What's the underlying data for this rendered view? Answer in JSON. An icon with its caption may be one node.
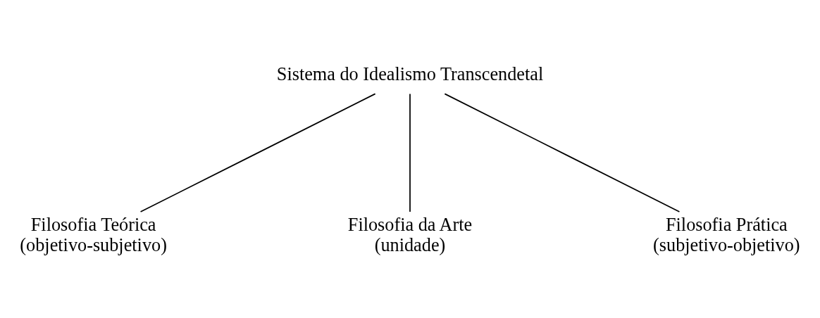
{
  "diagram": {
    "nodes": [
      {
        "text": [
          "Sistema do Idealismo Transcendetal"
        ]
      },
      {
        "text": [
          "Filosofia Teórica",
          "(objetivo-subjetivo)"
        ]
      },
      {
        "text": [
          "Filosofia da Arte",
          "(unidade)"
        ]
      },
      {
        "text": [
          "Filosofia Prática",
          "(subjetivo-objetivo)"
        ]
      }
    ],
    "edges": [
      {
        "from": 0,
        "to": 1,
        "arrow": "none"
      },
      {
        "from": 0,
        "to": 2,
        "arrow": "none"
      },
      {
        "from": 0,
        "to": 3,
        "arrow": "none"
      }
    ]
  }
}
